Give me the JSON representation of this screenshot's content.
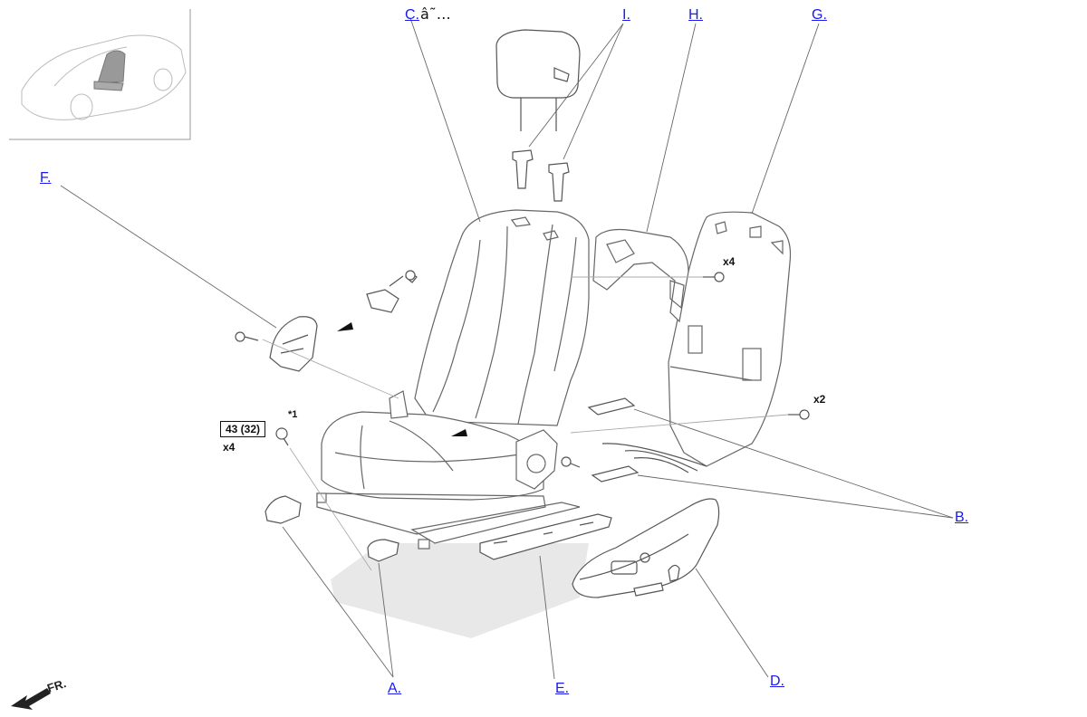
{
  "callouts": {
    "A": "A.",
    "B": "B.",
    "C": "C.",
    "D": "D.",
    "E": "E.",
    "F": "F.",
    "G": "G.",
    "H": "H.",
    "I": "I."
  },
  "garbled_text": "â˜…",
  "torque_spec": "43 (32)",
  "torque_note": "*1",
  "quantities": {
    "torque_bolts": "x4",
    "back_frame_bolts": "x4",
    "lower_back_bolts": "x2"
  },
  "direction_label": "FR."
}
